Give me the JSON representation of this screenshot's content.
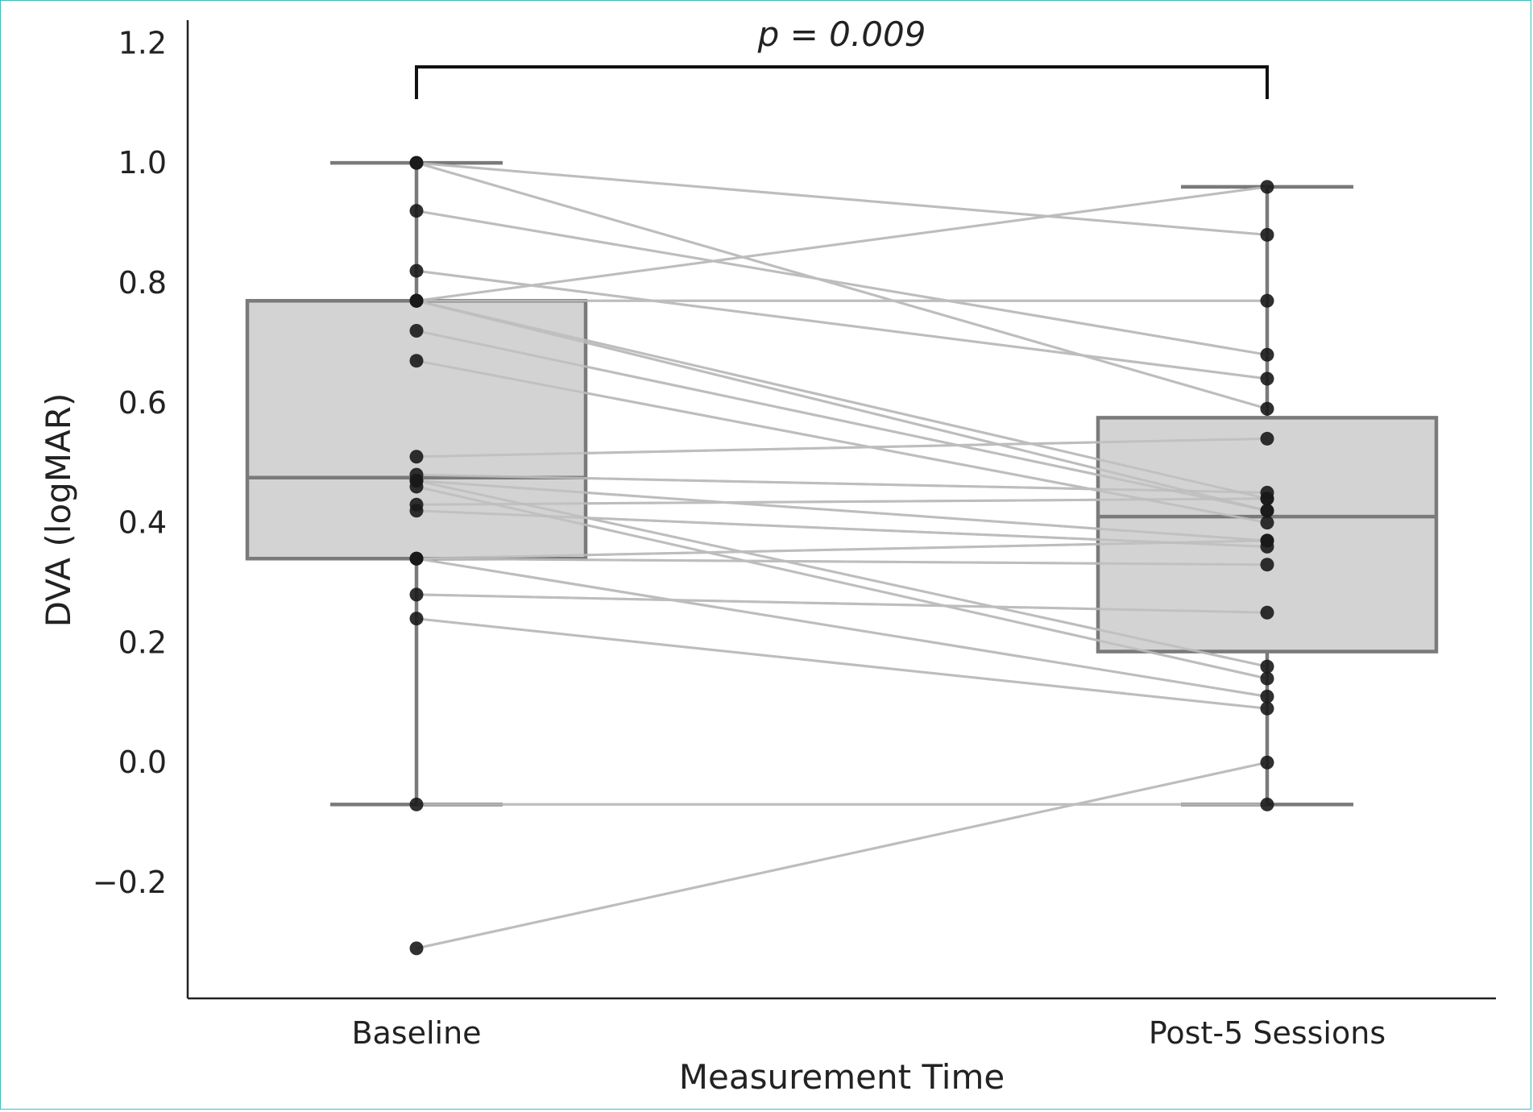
{
  "chart_data": {
    "type": "box",
    "title": "",
    "xlabel": "Measurement Time",
    "ylabel": "DVA (logMAR)",
    "categories": [
      "Baseline",
      "Post-5 Sessions"
    ],
    "ylim": [
      -0.38,
      1.23
    ],
    "yticks": [
      -0.2,
      0.0,
      0.2,
      0.4,
      0.6,
      0.8,
      1.0,
      1.2
    ],
    "ytick_labels": [
      "−0.2",
      "0.0",
      "0.2",
      "0.4",
      "0.6",
      "0.8",
      "1.0",
      "1.2"
    ],
    "grid": false,
    "colors": {
      "box_fill": "#d3d3d3",
      "box_edge": "#7a7a7a",
      "point": "#1a1a1a",
      "pair_line": "#bdbdbd",
      "bracket": "#111111",
      "axis": "#222222"
    },
    "boxes": [
      {
        "category": "Baseline",
        "whisker_low": -0.07,
        "q1": 0.34,
        "median": 0.475,
        "q3": 0.77,
        "whisker_high": 1.0
      },
      {
        "category": "Post-5 Sessions",
        "whisker_low": -0.07,
        "q1": 0.185,
        "median": 0.41,
        "q3": 0.575,
        "whisker_high": 0.96
      }
    ],
    "pairs": [
      [
        1.0,
        0.88
      ],
      [
        1.0,
        0.59
      ],
      [
        0.92,
        0.68
      ],
      [
        0.82,
        0.64
      ],
      [
        0.77,
        0.96
      ],
      [
        0.77,
        0.77
      ],
      [
        0.77,
        0.44
      ],
      [
        0.77,
        0.42
      ],
      [
        0.72,
        0.42
      ],
      [
        0.67,
        0.4
      ],
      [
        0.51,
        0.54
      ],
      [
        0.48,
        0.45
      ],
      [
        0.47,
        0.37
      ],
      [
        0.47,
        0.16
      ],
      [
        0.46,
        0.14
      ],
      [
        0.43,
        0.44
      ],
      [
        0.42,
        0.36
      ],
      [
        0.34,
        0.37
      ],
      [
        0.34,
        0.33
      ],
      [
        0.34,
        0.11
      ],
      [
        0.28,
        0.25
      ],
      [
        0.24,
        0.09
      ],
      [
        -0.07,
        -0.07
      ],
      [
        -0.31,
        0.0
      ]
    ],
    "annotation": {
      "text": "p = 0.009",
      "between": [
        "Baseline",
        "Post-5 Sessions"
      ]
    }
  }
}
